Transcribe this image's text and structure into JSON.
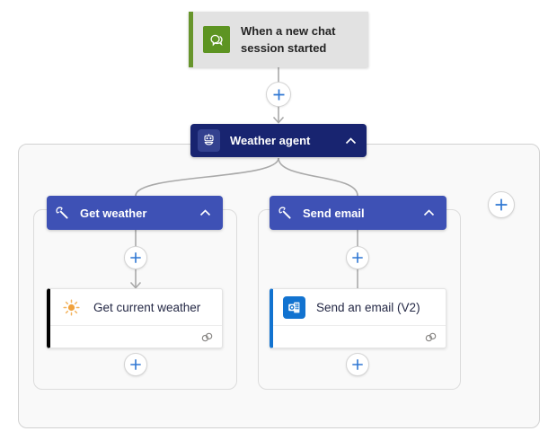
{
  "app": {
    "name": "agent flow designer canvas"
  },
  "colors": {
    "trigger_background": "#e2e2e2",
    "trigger_accent_green": "#67952c",
    "trigger_icon_green": "#5d9422",
    "agent_navy": "#182470",
    "agent_icon_chip": "#33418f",
    "tool_header_blue": "#3e51b5",
    "action_accent_black": "#000000",
    "action_accent_blue": "#1273d0",
    "outlook_blue": "#1273d0",
    "sun_orange": "#f0a23e",
    "plus_blue": "#2f77d3",
    "connector_gray": "#a9a9a9",
    "scope_fill": "#f9f9f9",
    "card_title_text": "#242845",
    "trigger_text": "#242424"
  },
  "trigger": {
    "label": "When a new chat session started",
    "icon": "chat-session-icon"
  },
  "agent": {
    "label": "Weather agent",
    "icon": "bot-icon",
    "collapse_icon": "chevron-up-icon"
  },
  "branches": [
    {
      "header": {
        "label": "Get weather",
        "icon": "wrench-icon",
        "collapse_icon": "chevron-up-icon"
      },
      "action": {
        "label": "Get current weather",
        "icon": "sun-icon",
        "footer_icon": "connection-icon"
      }
    },
    {
      "header": {
        "label": "Send email",
        "icon": "wrench-icon",
        "collapse_icon": "chevron-up-icon"
      },
      "action": {
        "label": "Send an email (V2)",
        "icon": "outlook-icon",
        "footer_icon": "connection-icon"
      }
    }
  ],
  "insert_buttons": {
    "icon": "plus-icon",
    "count": 6
  }
}
